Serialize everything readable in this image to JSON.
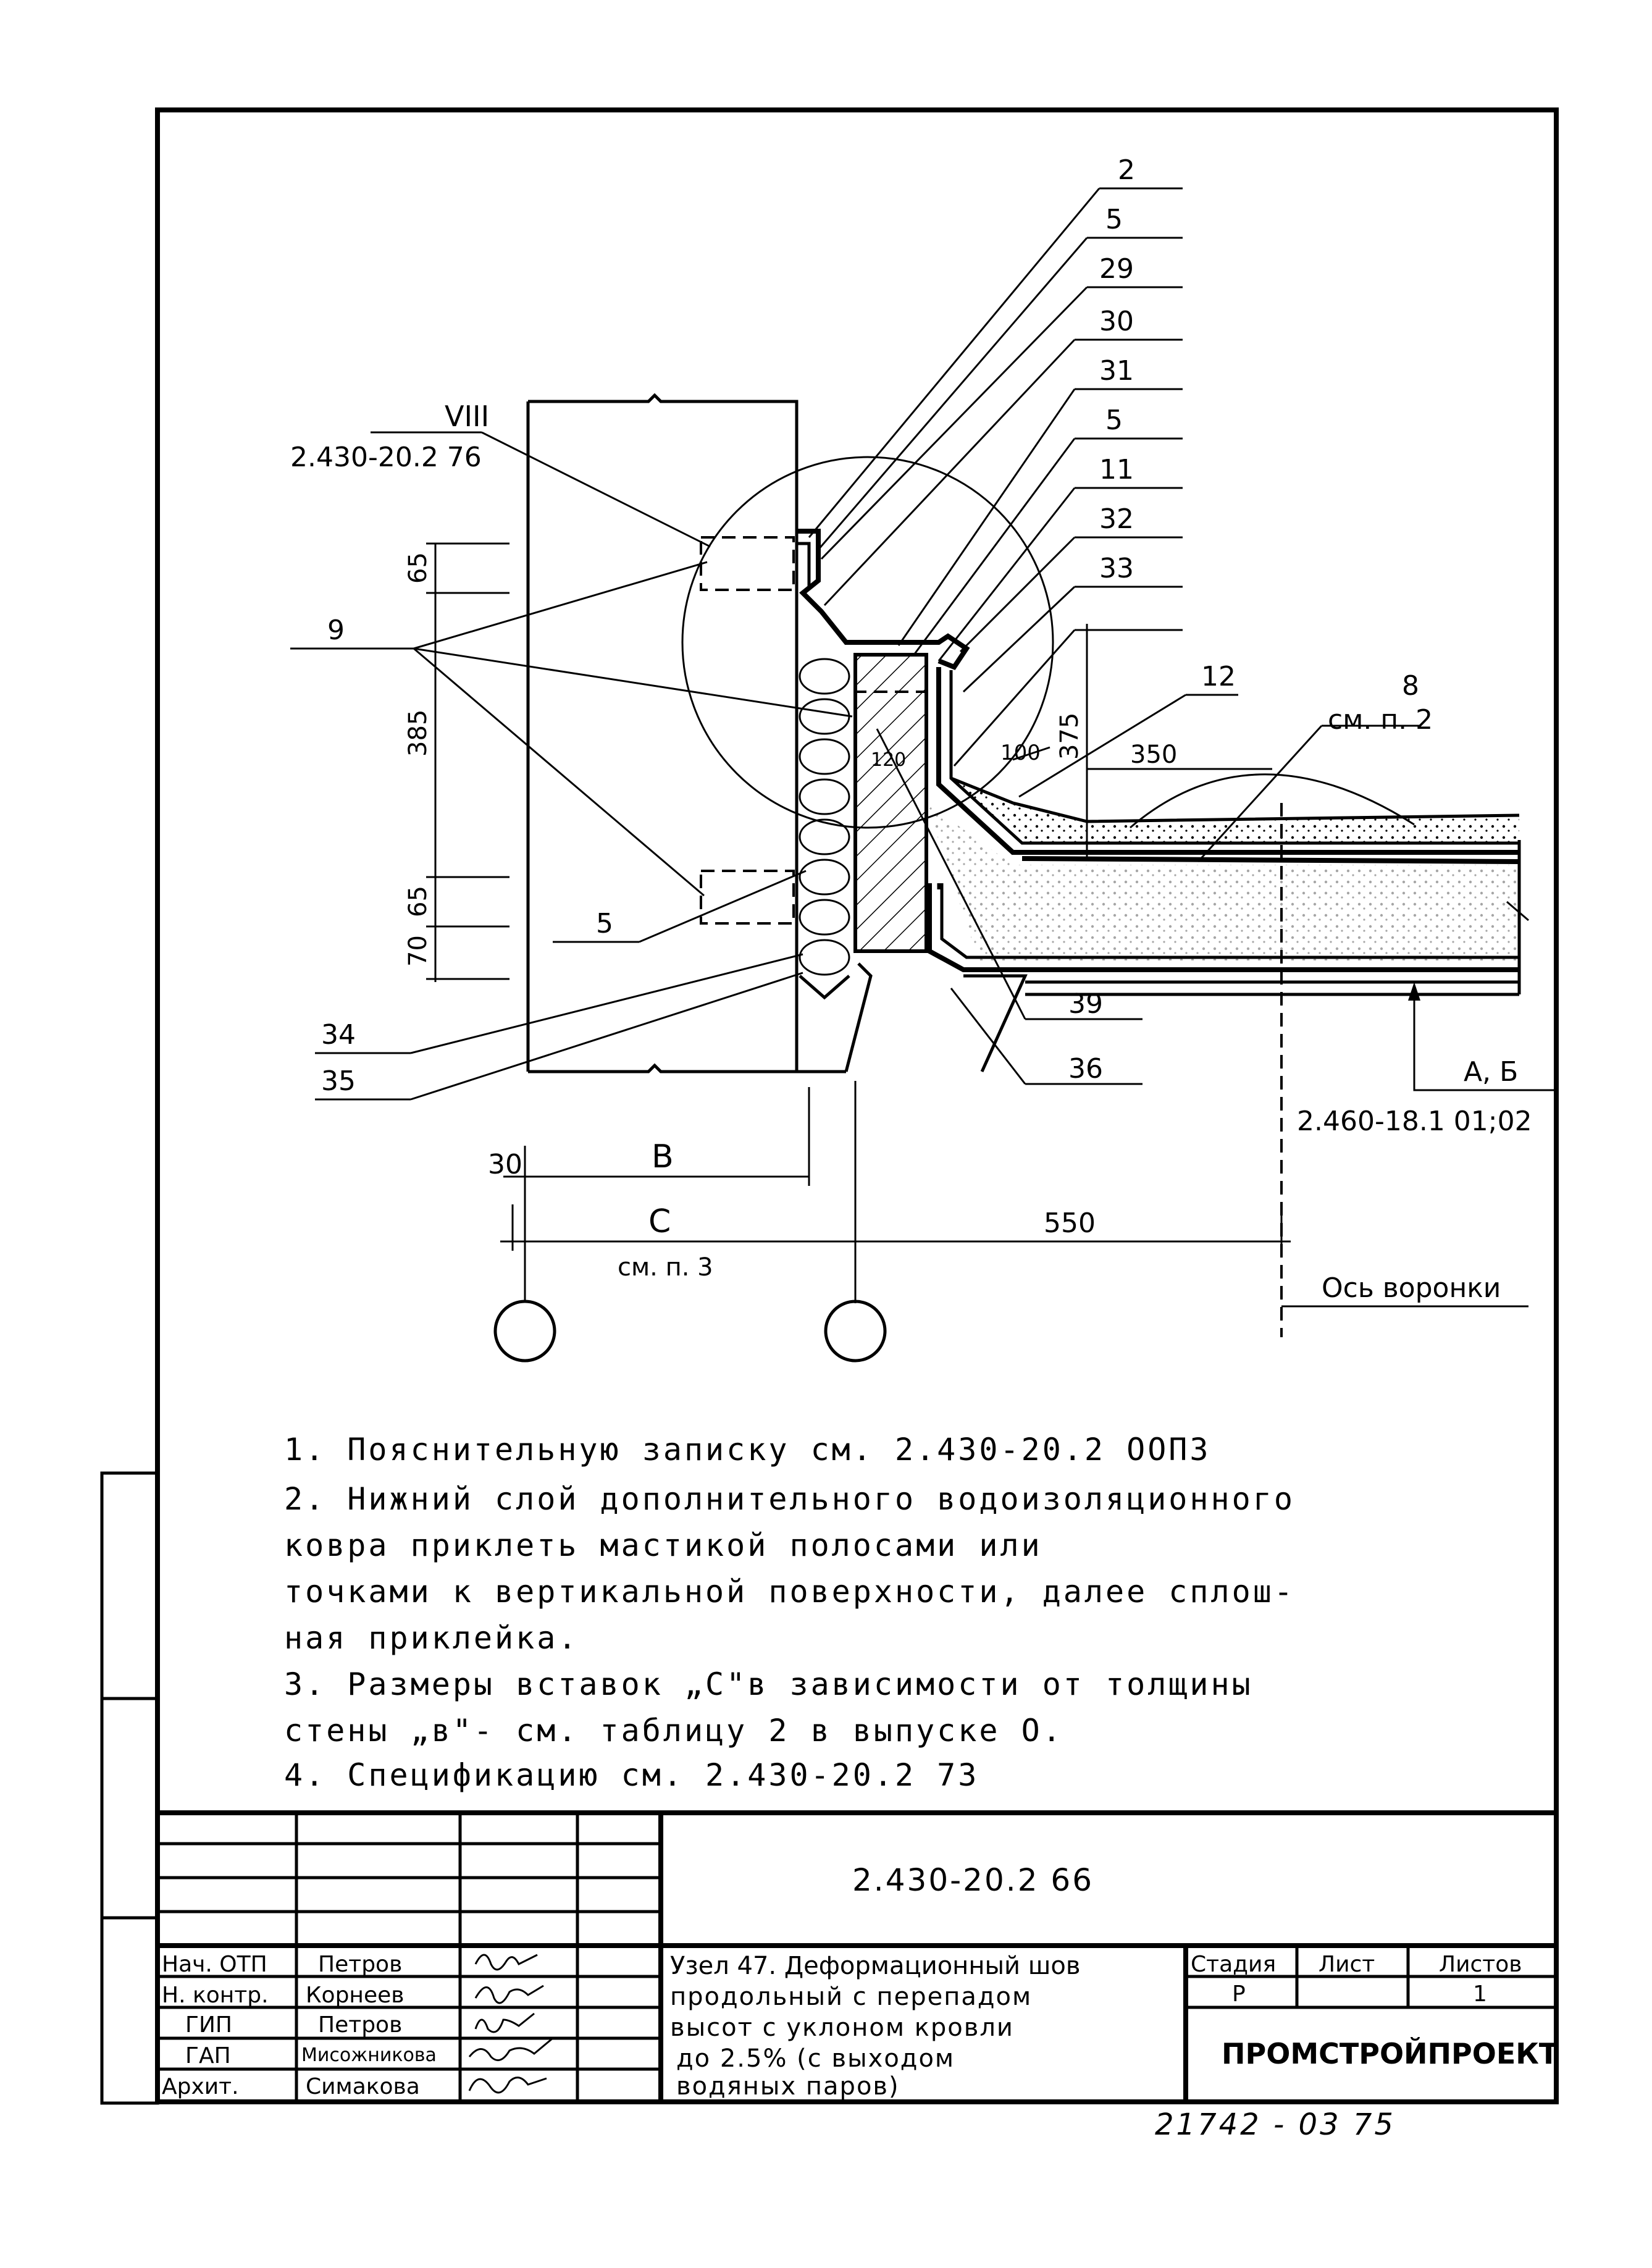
{
  "callouts": {
    "right_top": [
      "2",
      "5",
      "29",
      "30",
      "31",
      "5",
      "11",
      "32",
      "33"
    ],
    "label_12": "12",
    "label_8": "8",
    "label_8_ref": "см. п. 2",
    "label_39": "39",
    "label_36": "36",
    "label_9": "9",
    "label_5_left": "5",
    "label_34": "34",
    "label_35": "35",
    "node_roman": "VIII",
    "node_ref": "2.430-20.2  76",
    "axis_label_ab": "А, Б",
    "axis_ref": "2.460-18.1 01;02",
    "funnel_axis": "Ось воронки"
  },
  "dimensions": {
    "d65_top": "65",
    "d385": "385",
    "d65_bot": "65",
    "d70": "70",
    "d120": "120",
    "d100": "100",
    "d375": "375",
    "d350": "350",
    "d30": "30",
    "dB": "В",
    "dC": "С",
    "dC_ref": "см. п. 3",
    "d550": "550"
  },
  "notes": [
    "1.  Пояснительную  записку см. 2.430-20.2 ООПЗ",
    "2.  Нижний  слой  дополнительного водоизоляционного",
    "    ковра  приклеть  мастикой  полосами  или",
    "    точками  к вертикальной  поверхности, далее сплош-",
    "    ная приклейка.",
    "3.  Размеры  вставок  „С\"в зависимости от толщины",
    "    стены „в\"- см. таблицу 2 в выпуске О.",
    "4.  Спецификацию см. 2.430-20.2 73"
  ],
  "title_block": {
    "doc_code": "2.430-20.2  66",
    "roles": [
      "Нач. ОТП",
      "Н. контр.",
      "ГИП",
      "ГАП",
      "Архит."
    ],
    "names": [
      "Петров",
      "Корнеев",
      "Петров",
      "Мисожникова",
      "Симакова"
    ],
    "title_lines": [
      "Узел 47. Деформационный шов",
      "продольный с перепадом",
      "высот с уклоном кровли",
      "до 2.5% (с выходом",
      "водяных паров)"
    ],
    "stage_header": "Стадия",
    "sheet_header": "Лист",
    "sheets_header": "Листов",
    "stage_value": "Р",
    "sheet_value": "",
    "sheets_value": "1",
    "organization": "ПРОМСТРОЙПРОЕКТ"
  },
  "archive_number": "21742 - 03   75"
}
